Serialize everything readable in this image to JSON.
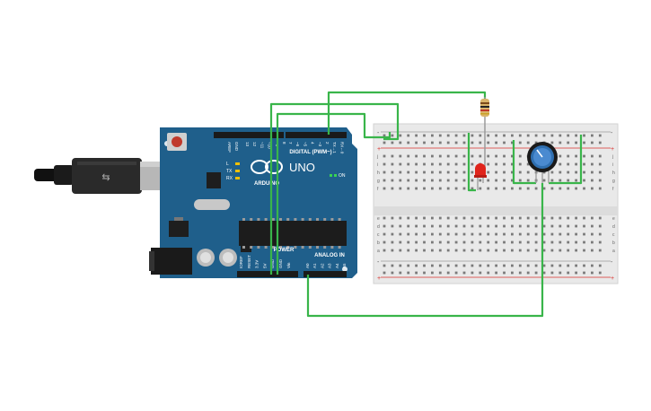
{
  "board": {
    "brand": "ARDUINO",
    "model": "UNO",
    "digital_header_label": "DIGITAL (PWM~)",
    "power_label": "POWER",
    "analog_label": "ANALOG IN",
    "on_label": "ON",
    "led_labels": [
      "L",
      "TX",
      "RX"
    ],
    "aref_labels": [
      "AREF",
      "GND"
    ],
    "digital_pins": [
      "13",
      "12",
      "~11",
      "~10",
      "~9",
      "8",
      "7",
      "~6",
      "~5",
      "4",
      "~3",
      "2",
      "TX→1",
      "RX←0"
    ],
    "power_pins": [
      "IOREF",
      "RESET",
      "3.3V",
      "5V",
      "GND",
      "GND",
      "Vin"
    ],
    "analog_pins": [
      "A0",
      "A1",
      "A2",
      "A3",
      "A4",
      "A5"
    ]
  },
  "breadboard": {
    "row_letters_top": [
      "j",
      "i",
      "h",
      "g",
      "f"
    ],
    "row_letters_bottom": [
      "e",
      "d",
      "c",
      "b",
      "a"
    ],
    "rail_minus": "-",
    "rail_plus": "+"
  },
  "colors": {
    "board": "#1f5f8b",
    "wire": "#39b54a",
    "led": "#e0241b",
    "pot": "#2f6fb0",
    "rail_red": "#d9302c",
    "breadboard": "#e9e9e9"
  },
  "components": [
    "usb-cable",
    "arduino-uno",
    "breadboard",
    "resistor",
    "led",
    "potentiometer",
    "jumper-wires"
  ]
}
